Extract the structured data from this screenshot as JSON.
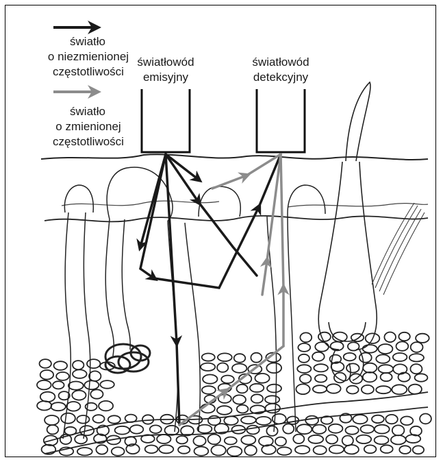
{
  "legend": {
    "unchanged": {
      "line1": "światło",
      "line2": "o niezmienionej",
      "line3": "częstotliwości",
      "color": "#1a1a1a"
    },
    "changed": {
      "line1": "światło",
      "line2": "o zmienionej",
      "line3": "częstotliwości",
      "color": "#8c8c8c"
    }
  },
  "fibers": {
    "emission": {
      "line1": "światłowód",
      "line2": "emisyjny"
    },
    "detection": {
      "line1": "światłowód",
      "line2": "detekcyjny"
    }
  },
  "colors": {
    "dark_ray": "#1a1a1a",
    "gray_ray": "#8c8c8c",
    "ink": "#222222"
  }
}
